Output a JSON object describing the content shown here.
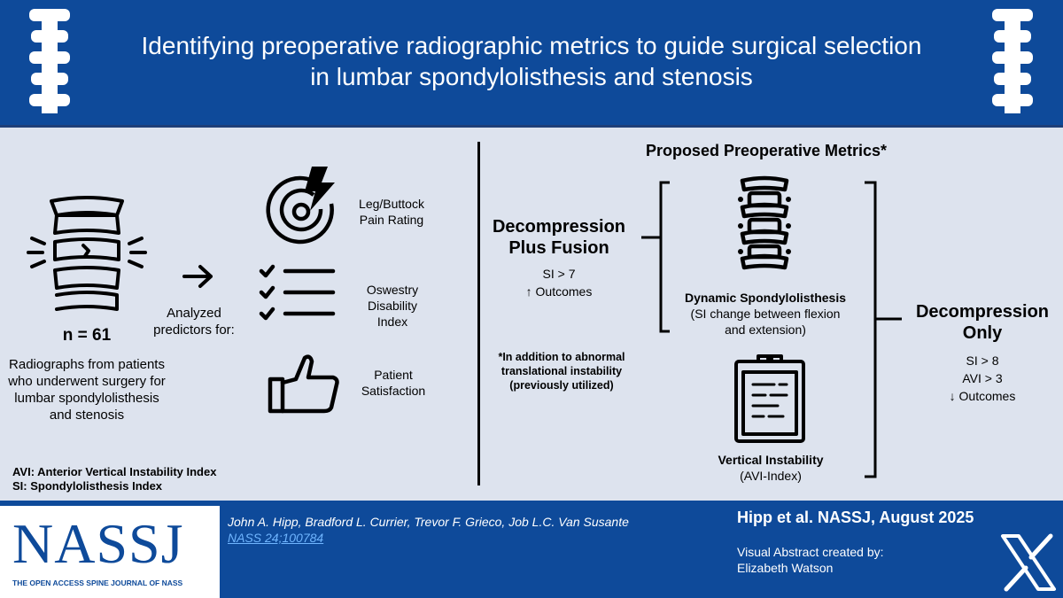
{
  "header": {
    "title_line1": "Identifying preoperative radiographic metrics to guide surgical selection",
    "title_line2": "in lumbar spondylolisthesis and stenosis"
  },
  "left": {
    "n_label": "n = 61",
    "description": [
      "Radiographs from patients",
      "who underwent surgery for",
      "lumbar spondylolisthesis",
      "and stenosis"
    ],
    "analyzed": [
      "Analyzed",
      "predictors for:"
    ],
    "predictors": [
      {
        "icon": "target-lightning-icon",
        "lines": [
          "Leg/Buttock",
          "Pain Rating"
        ]
      },
      {
        "icon": "checklist-icon",
        "lines": [
          "Oswestry",
          "Disability Index"
        ]
      },
      {
        "icon": "thumbs-up-icon",
        "lines": [
          "Patient",
          "Satisfaction"
        ]
      }
    ],
    "abbrev1": "AVI: Anterior Vertical Instability Index",
    "abbrev2": "SI: Spondylolisthesis Index"
  },
  "right": {
    "heading": "Proposed Preoperative Metrics*",
    "fusion": {
      "title1": "Decompression",
      "title2": "Plus Fusion",
      "si": "SI > 7",
      "outcome_arrow": "↑",
      "outcome": "Outcomes"
    },
    "footnote": [
      "*In addition to abnormal",
      "translational instability",
      "(previously utilized)"
    ],
    "dynamic": {
      "title": "Dynamic Spondylolisthesis",
      "sub1": "(SI change between flexion",
      "sub2": "and extension)"
    },
    "vertical": {
      "title": "Vertical Instability",
      "sub": "(AVI-Index)"
    },
    "decomp_only": {
      "title1": "Decompression",
      "title2": "Only",
      "si": "SI > 8",
      "avi": "AVI > 3",
      "outcome_arrow": "↓",
      "outcome": "Outcomes"
    }
  },
  "footer": {
    "logo": "NASSJ",
    "logo_sub": "THE OPEN ACCESS SPINE JOURNAL OF NASS",
    "authors": "John A. Hipp, Bradford L. Currier, Trevor F. Grieco, Job L.C. Van Susante",
    "citation_link": "NASS 24;100784",
    "journal": "Hipp et al. NASSJ, August 2025",
    "credit1": "Visual Abstract created by:",
    "credit2": "Elizabeth Watson",
    "x_logo": "X"
  },
  "colors": {
    "header_blue": "#0e4a9a",
    "panel_bg": "#dde3ee",
    "link": "#6fb5ff"
  }
}
